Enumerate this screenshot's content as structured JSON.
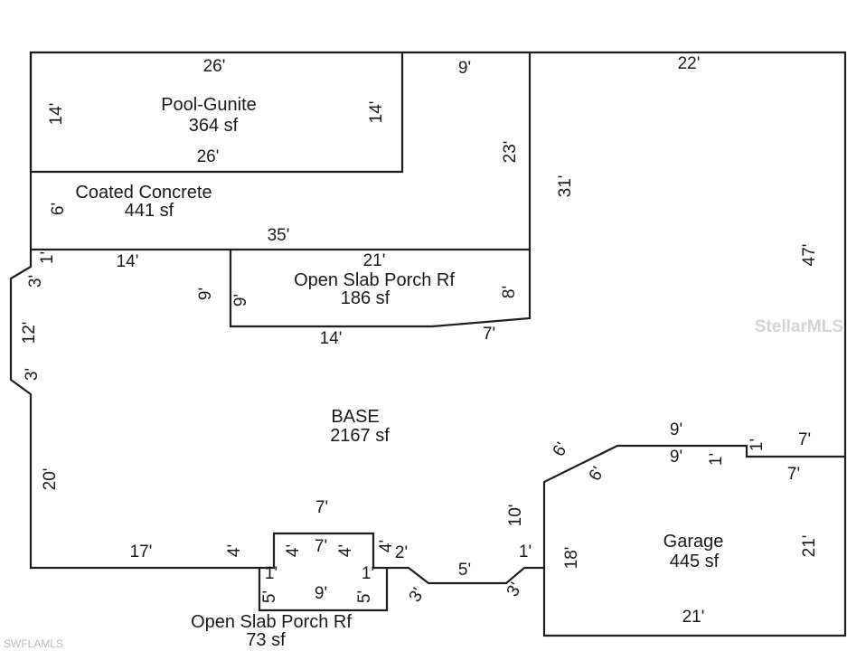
{
  "areas": {
    "pool": {
      "name": "Pool-Gunite",
      "area": "364 sf"
    },
    "coated": {
      "name": "Coated Concrete",
      "area": "441 sf"
    },
    "porch_upper": {
      "name": "Open Slab Porch Rf",
      "area": "186 sf"
    },
    "base": {
      "name": "BASE",
      "area": "2167 sf"
    },
    "garage": {
      "name": "Garage",
      "area": "445 sf"
    },
    "porch_lower": {
      "name": "Open Slab Porch Rf",
      "area": "73 sf"
    }
  },
  "dimensions": {
    "pool_top": "26'",
    "pool_left": "14'",
    "pool_right": "14'",
    "pool_bottom": "26'",
    "top_mid": "9'",
    "top_right": "22'",
    "mid_23": "23'",
    "mid_31": "31'",
    "coated_left": "6'",
    "coated_bottom": "35'",
    "left_1": "1'",
    "left_3a": "3'",
    "left_12": "12'",
    "left_3b": "3'",
    "left_20": "20'",
    "row_14": "14'",
    "porch_top": "21'",
    "porch_left_out": "9'",
    "porch_left_in": "9'",
    "porch_right": "8'",
    "porch_bottom_14": "14'",
    "porch_bottom_7": "7'",
    "right_47": "47'",
    "garage_top_9a": "9'",
    "garage_top_9b": "9'",
    "garage_1a": "1'",
    "garage_1b": "1'",
    "garage_7a": "7'",
    "garage_7b": "7'",
    "garage_6a": "6'",
    "garage_6b": "6'",
    "garage_10": "10'",
    "garage_18": "18'",
    "garage_21_right": "21'",
    "garage_21_bottom": "21'",
    "garage_1c": "1'",
    "slope_3a": "3'",
    "slope_5": "5'",
    "slope_3b": "3'",
    "step_2": "2'",
    "bottom_17": "17'",
    "bottom_7": "7'",
    "notch_4a": "4'",
    "notch_4b": "4'",
    "notch_7": "7'",
    "notch_4c": "4'",
    "notch_4d": "4'",
    "lporch_1a": "1'",
    "lporch_1b": "1'",
    "lporch_5a": "5'",
    "lporch_9": "9'",
    "lporch_5b": "5'"
  },
  "watermarks": {
    "stellar": "StellarMLS",
    "swflamls": "SWFLAMLS"
  }
}
